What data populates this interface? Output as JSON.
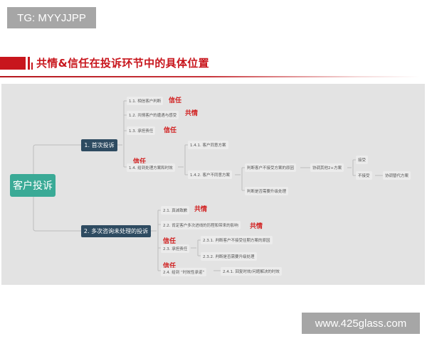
{
  "watermarks": {
    "top_left": "TG: MYYJJPP",
    "bottom_right": "www.425glass.com"
  },
  "header": {
    "title": "共情&信任在投诉环节中的具体位置",
    "accent_color": "#c8161d"
  },
  "mindmap": {
    "root": "客户投诉",
    "root_color": "#3aaa96",
    "branch_color": "#2e4b61",
    "tag_color": "#d11f1f",
    "branches": [
      {
        "label": "1. 首次投诉",
        "children": [
          {
            "label": "1.1. 相信客户判断",
            "tag": "信任"
          },
          {
            "label": "1.2. 共情客户的遭遇与感受",
            "tag": "共情"
          },
          {
            "label": "1.3. 承担责任",
            "tag": "信任"
          },
          {
            "label": "1.4. 给到处理方案和时效",
            "tag": "信任",
            "children": [
              {
                "label": "1.4.1. 客户同意方案"
              },
              {
                "label": "1.4.2. 客户不同意方案",
                "children": [
                  {
                    "label": "判断客户不接受方案的原因",
                    "children": [
                      {
                        "label": "协调其他2+方案",
                        "children": [
                          {
                            "label": "接受"
                          },
                          {
                            "label": "不接受",
                            "children": [
                              {
                                "label": "协调替代方案"
                              }
                            ]
                          }
                        ]
                      }
                    ]
                  },
                  {
                    "label": "判断是否需要升级处理"
                  }
                ]
              }
            ]
          }
        ]
      },
      {
        "label": "2. 多次咨询未处理的投诉",
        "children": [
          {
            "label": "2.1. 真诚致歉",
            "tag": "共情"
          },
          {
            "label": "2.2. 肯定客户多次进线的历程和带来的影响",
            "tag": "共情"
          },
          {
            "label": "2.3. 承担责任",
            "tag": "信任",
            "children": [
              {
                "label": "2.3.1. 判断客户不接受往期方案的原因"
              },
              {
                "label": "2.3.2. 判断是否需要升级处理"
              }
            ]
          },
          {
            "label": "2.4. 给到 “时效性承诺”",
            "tag": "信任",
            "children": [
              {
                "label": "2.4.1. 回复时效/问题解决的时效"
              }
            ]
          }
        ]
      }
    ]
  }
}
